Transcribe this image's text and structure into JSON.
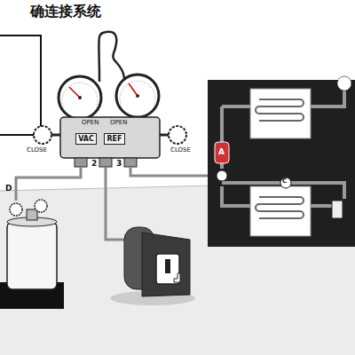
{
  "diagram": {
    "title": "确连接系统",
    "nodes": [
      {
        "text": [
          "VAC"
        ]
      },
      {
        "text": [
          "REF"
        ]
      }
    ],
    "labels": [
      "OPEN",
      "OPEN",
      "CLOSE",
      "CLOSE",
      "2",
      "3",
      "D",
      "A",
      "C"
    ]
  }
}
